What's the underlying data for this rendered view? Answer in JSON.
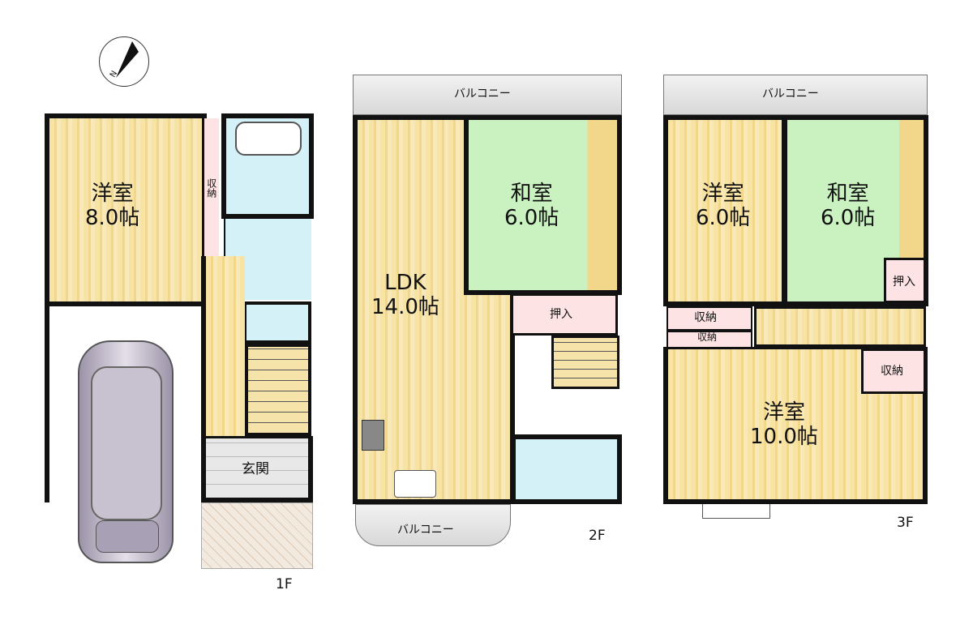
{
  "floor1": {
    "label": "1F",
    "room_type": "洋室",
    "room_size": "8.0帖",
    "storage": "収納",
    "entrance": "玄関"
  },
  "floor2": {
    "label": "2F",
    "ldk": "LDK",
    "ldk_size": "14.0帖",
    "washitsu": "和室",
    "washitsu_size": "6.0帖",
    "oshiire": "押入",
    "balcony_top": "バルコニー",
    "balcony_bottom": "バルコニー"
  },
  "floor3": {
    "label": "3F",
    "balcony": "バルコニー",
    "youshitsu_a": "洋室",
    "youshitsu_a_size": "6.0帖",
    "washitsu": "和室",
    "washitsu_size": "6.0帖",
    "oshiire": "押入",
    "storage_1": "収納",
    "storage_2": "収納",
    "storage_3": "収納",
    "youshitsu_b": "洋室",
    "youshitsu_b_size": "10.0帖"
  },
  "compass": {
    "label": "N"
  }
}
